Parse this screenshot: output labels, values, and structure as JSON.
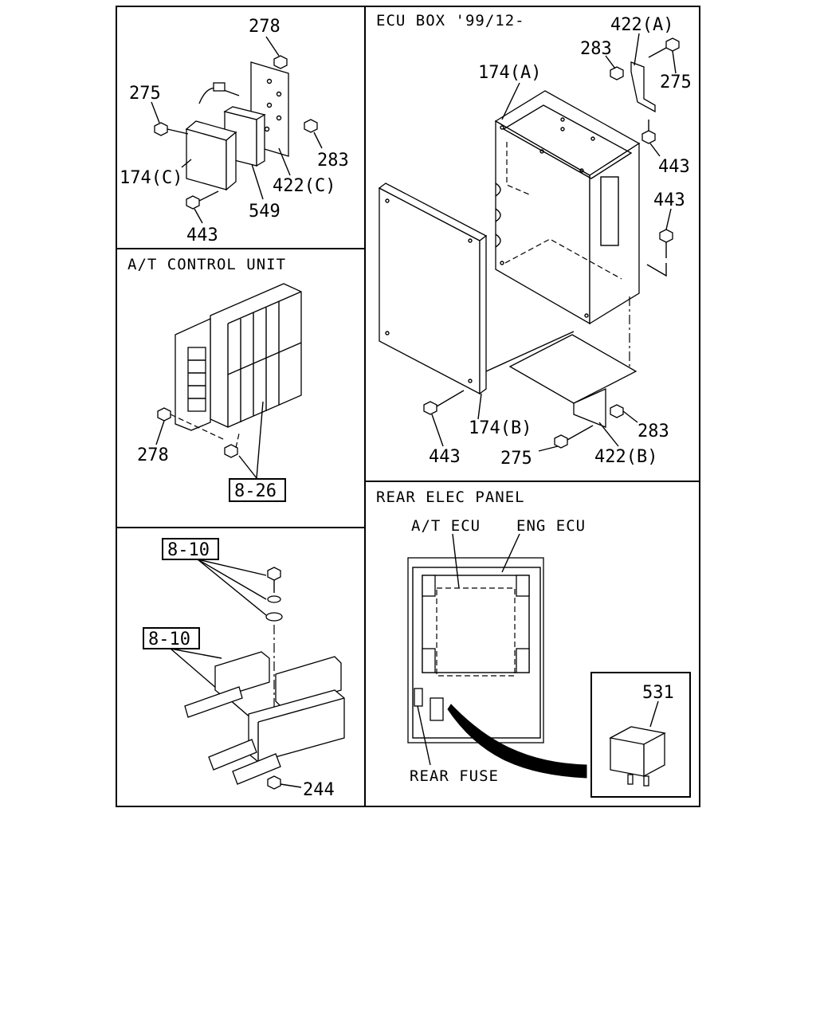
{
  "panels": {
    "ecu_box_title": "ECU BOX '99/12-",
    "at_control_title": "A/T CONTROL UNIT",
    "rear_elec_title": "REAR ELEC PANEL"
  },
  "labels": {
    "p278_top": "278",
    "p275_top": "275",
    "p283_top": "283",
    "p174c": "174(C)",
    "p422c": "422(C)",
    "p549": "549",
    "p443_top": "443",
    "p278_at": "278",
    "ref_8_26": "8-26",
    "ref_8_10_a": "8-10",
    "ref_8_10_b": "8-10",
    "p244": "244",
    "p422a": "422(A)",
    "p283_ecu": "283",
    "p275_ecu": "275",
    "p174a": "174(A)",
    "p443_ecu1": "443",
    "p443_ecu2": "443",
    "p174b": "174(B)",
    "p443_ecu3": "443",
    "p275_ecu2": "275",
    "p422b": "422(B)",
    "p283_ecu2": "283",
    "at_ecu": "A/T ECU",
    "eng_ecu": "ENG ECU",
    "rear_fuse": "REAR FUSE",
    "p531": "531"
  }
}
